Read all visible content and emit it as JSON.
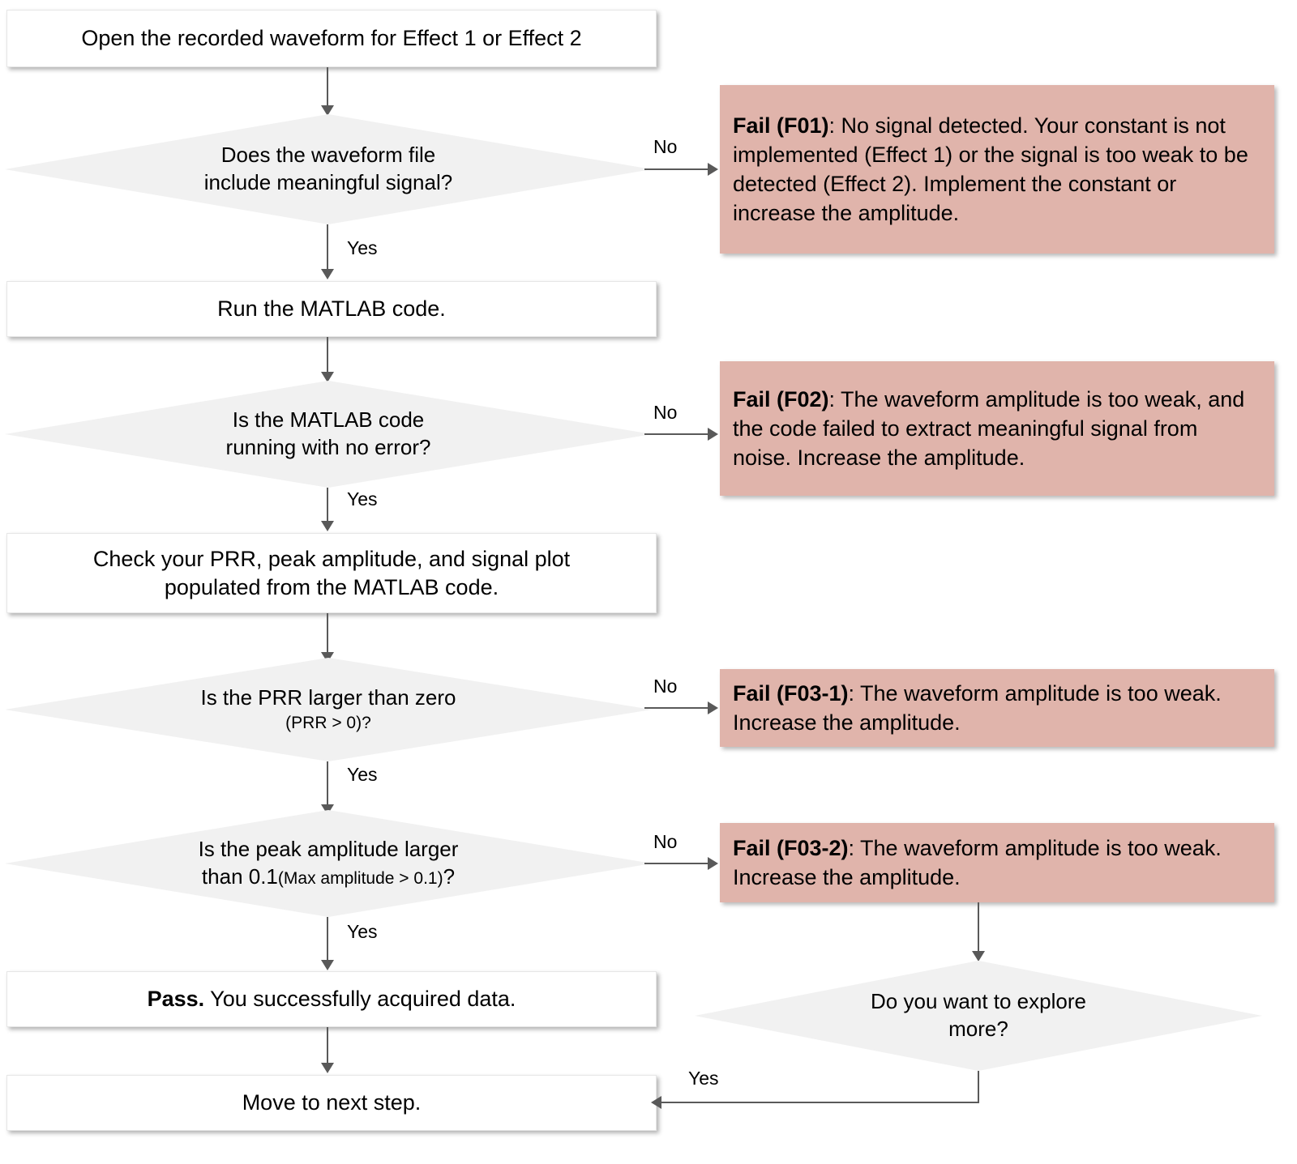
{
  "diagram": {
    "type": "flowchart",
    "title": "Waveform data-acquisition troubleshooting flowchart",
    "accent_fail_color": "#e0b4ab",
    "decision_fill_color": "#f1f1f1",
    "process_fill_color": "#ffffff",
    "connector_color": "#595959"
  },
  "nodes": {
    "start_box": {
      "label": "Open the recorded waveform for Effect 1 or Effect 2"
    },
    "decision_signal": {
      "line1": "Does the waveform file",
      "line2": "include meaningful signal?"
    },
    "run_matlab_box": {
      "label": "Run the MATLAB code."
    },
    "decision_no_error": {
      "line1": "Is the MATLAB code",
      "line2": "running with no error?"
    },
    "check_outputs_box": {
      "line1": "Check your PRR, peak amplitude, and signal plot",
      "line2": "populated from the MATLAB code."
    },
    "decision_prr": {
      "line1": "Is the PRR  larger than zero",
      "line2": "(PRR > 0)?"
    },
    "decision_peak_amplitude": {
      "line1": "Is the peak amplitude larger",
      "line2_main": "than 0.1",
      "line2_small": "(Max amplitude > 0.1)",
      "line2_end": "?"
    },
    "pass_box": {
      "bold": "Pass.",
      "rest": " You successfully acquired data."
    },
    "next_step_box": {
      "label": "Move to next step."
    },
    "decision_explore_more": {
      "line1": "Do you want to explore",
      "line2": "more?"
    }
  },
  "fails": {
    "f01": {
      "bold": "Fail (F01)",
      "rest": ": No signal detected. Your constant is not implemented (Effect 1) or the signal is too weak to be detected (Effect 2). Implement the constant or increase the amplitude."
    },
    "f02": {
      "bold": "Fail (F02)",
      "rest": ": The waveform amplitude is too weak, and the code failed to extract meaningful signal from noise. Increase the amplitude."
    },
    "f03_1": {
      "bold": "Fail (F03-1)",
      "rest": ": The waveform amplitude is too weak. Increase the amplitude."
    },
    "f03_2": {
      "bold": "Fail (F03-2)",
      "rest": ": The waveform amplitude is too weak. Increase the amplitude."
    }
  },
  "edges": {
    "no_1": "No",
    "no_2": "No",
    "no_3": "No",
    "no_4": "No",
    "yes_1": "Yes",
    "yes_2": "Yes",
    "yes_3": "Yes",
    "yes_4": "Yes",
    "yes_explore": "Yes"
  }
}
